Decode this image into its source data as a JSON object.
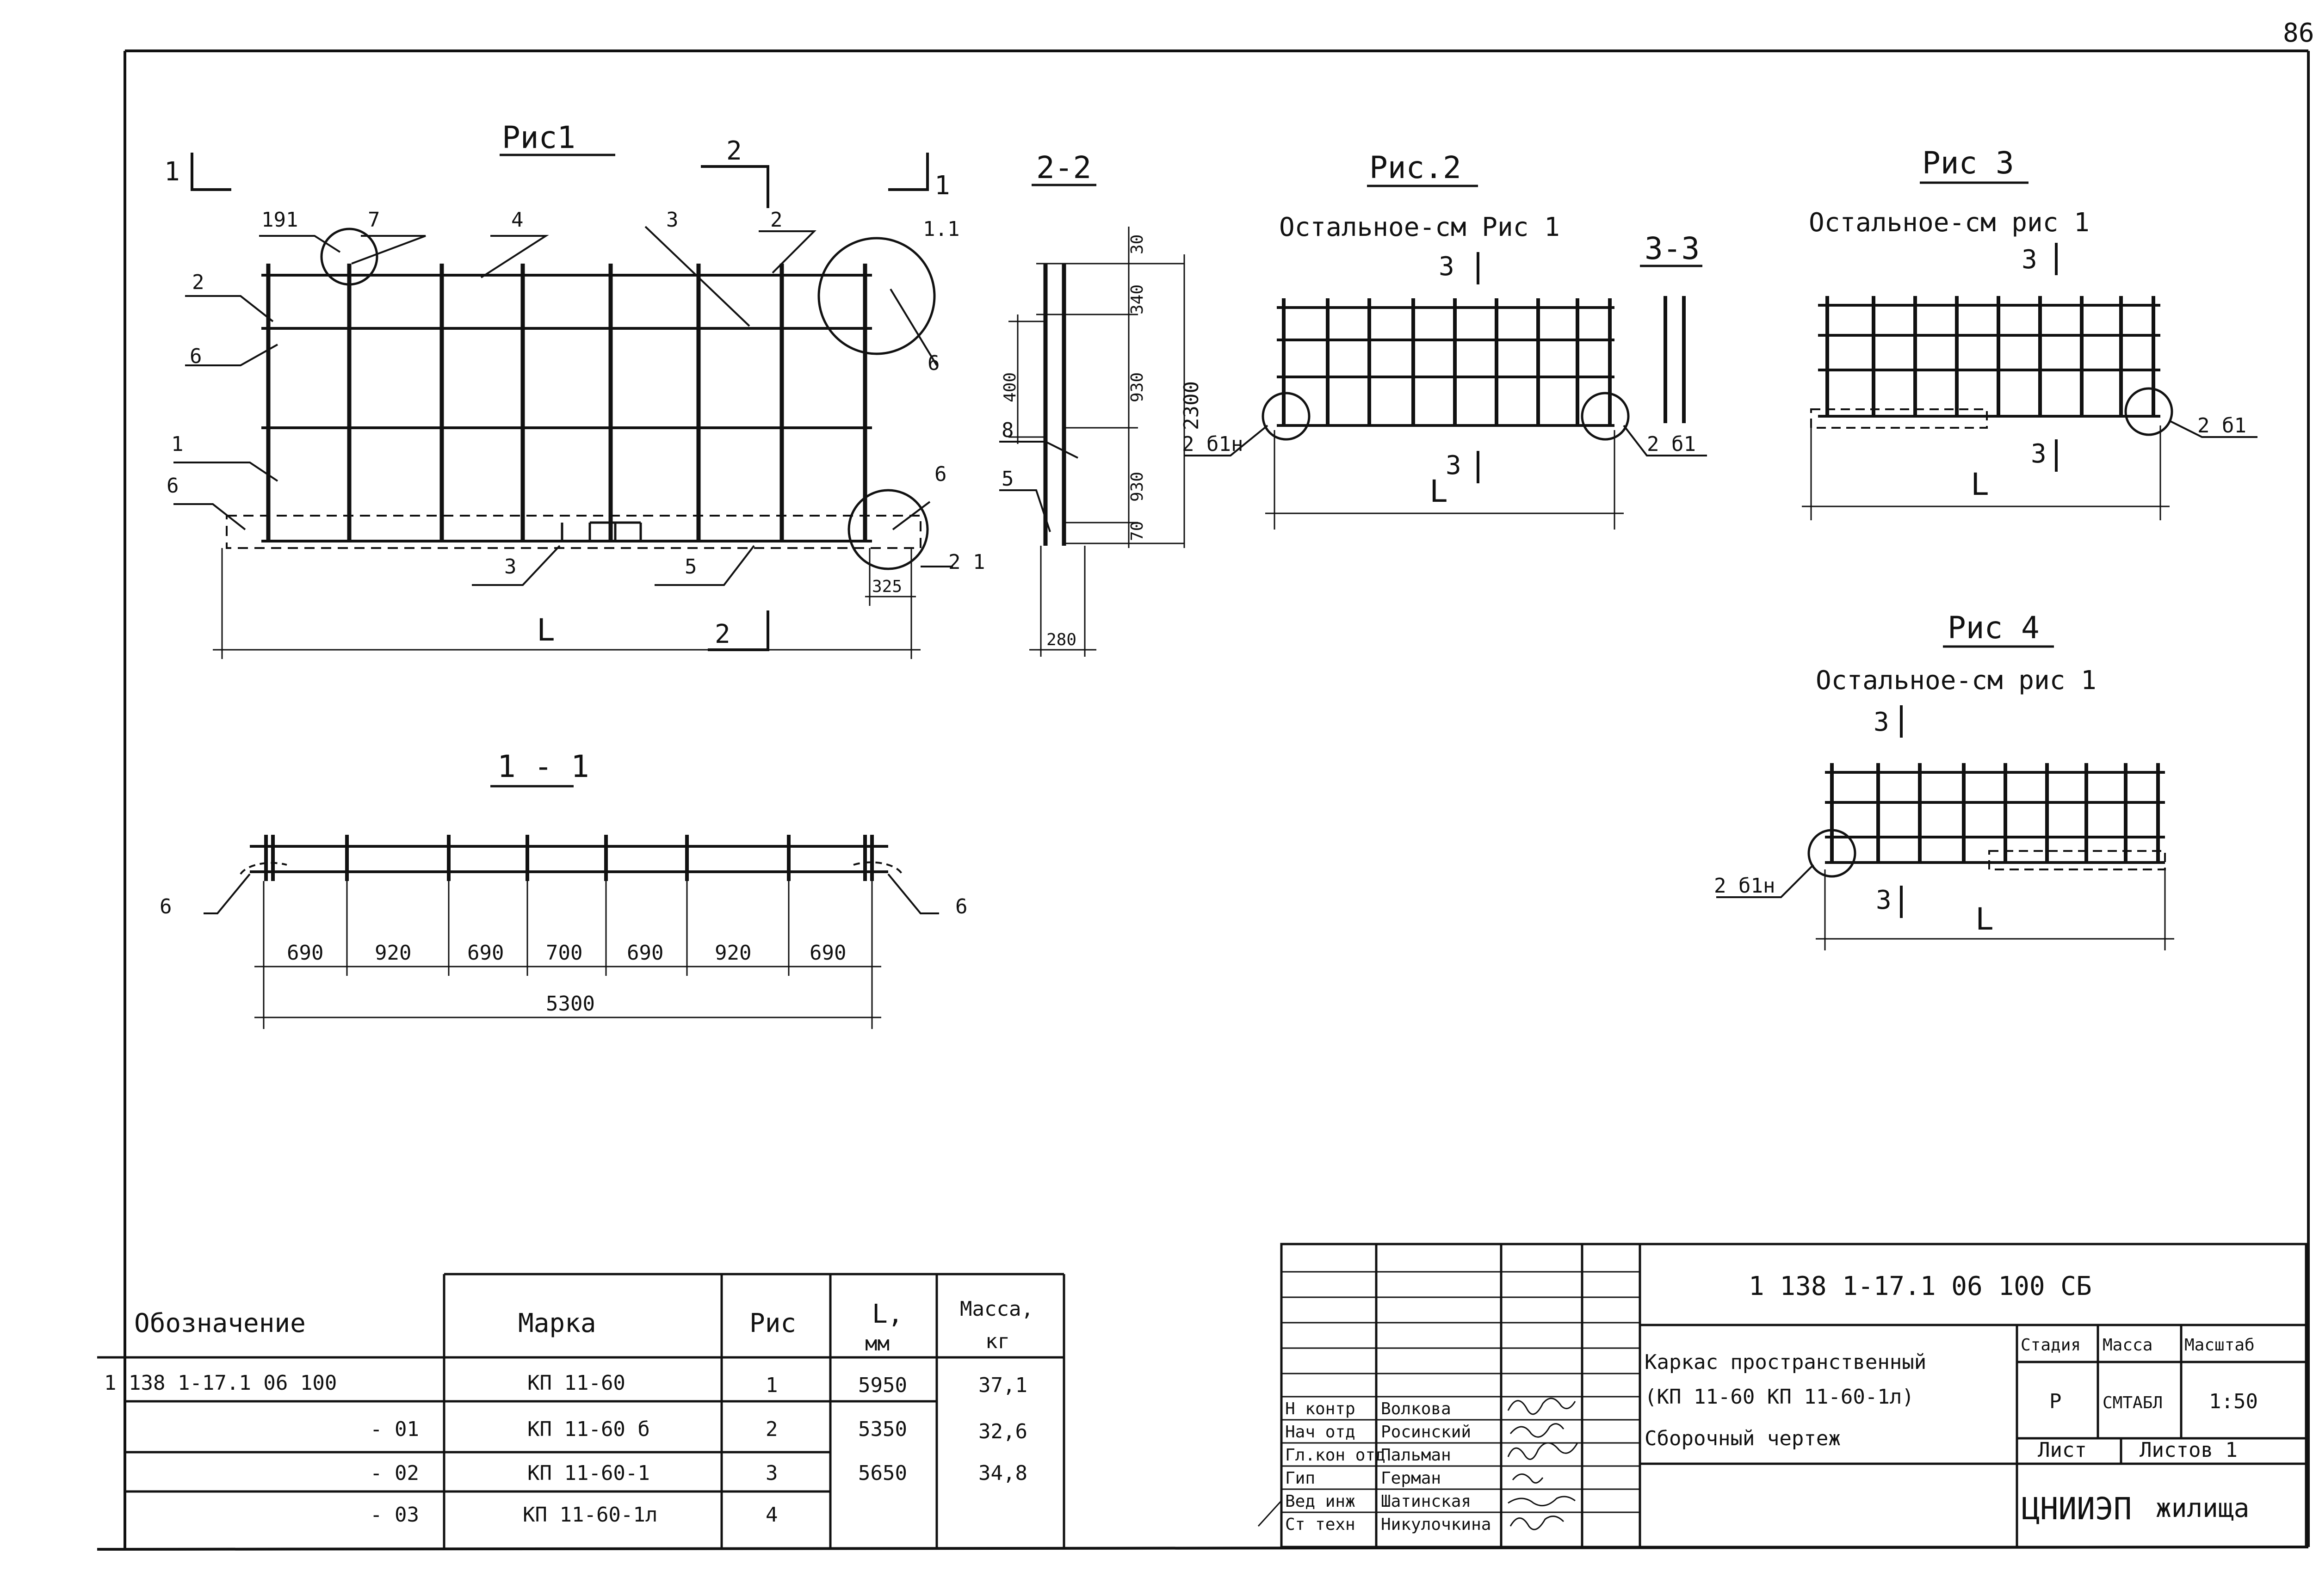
{
  "sheet_number": "86",
  "drawings": {
    "fig1": {
      "title": "Рис1",
      "section_1_left": "1",
      "section_1_right": "1",
      "section_2_top": "2",
      "section_2_bottom": "2",
      "callout_191": "191",
      "callout_11": "1.1",
      "callout_21": "2 1",
      "pos_7": "7",
      "pos_4": "4",
      "pos_3_top": "3",
      "pos_2_right": "2",
      "pos_2_left": "2",
      "pos_6_left": "6",
      "pos_6_right": "6",
      "pos_1": "1",
      "pos_6_low_left": "6",
      "pos_6_low_right": "6",
      "pos_3_bottom": "3",
      "pos_5": "5",
      "dim_325": "325",
      "dim_L": "L"
    },
    "sec22": {
      "title": "2-2",
      "dim_30": "30",
      "dim_340": "340",
      "dim_400": "400",
      "dim_930a": "930",
      "dim_930b": "930",
      "dim_70": "70",
      "dim_2300": "2300",
      "dim_280": "280",
      "pos_8": "8",
      "pos_5": "5"
    },
    "fig2": {
      "title": "Рис.2",
      "note": "Остальное-см Рис 1",
      "sec3_top": "3",
      "sec3_bottom": "3",
      "callout_left": "2 б1н",
      "callout_right": "2 б1",
      "dim_L": "L"
    },
    "sec33": {
      "title": "3-3"
    },
    "fig3": {
      "title": "Рис 3",
      "note": "Остальное-см рис 1",
      "sec3_top": "3",
      "sec3_bottom": "3",
      "callout_right": "2 б1",
      "dim_L": "L"
    },
    "fig4": {
      "title": "Рис 4",
      "note": "Остальное-см рис 1",
      "sec3_top": "3",
      "sec3_bottom": "3",
      "callout_left": "2 б1н",
      "dim_L": "L"
    },
    "sec11": {
      "title": "1 - 1",
      "pos_left": "6",
      "pos_right": "6",
      "spacings": [
        "690",
        "920",
        "690",
        "700",
        "690",
        "920",
        "690"
      ],
      "total": "5300"
    }
  },
  "spec_table": {
    "headers": {
      "designation": "Обозначение",
      "mark": "Марка",
      "fig": "Рис",
      "length": "L,",
      "length_unit": "мм",
      "mass": "Масса,",
      "mass_unit": "кг"
    },
    "rows": [
      {
        "designation": "1 138 1-17.1 06 100",
        "mark": "КП 11-60",
        "fig": "1",
        "length": "5950",
        "mass": "37,1"
      },
      {
        "designation": "- 01",
        "mark": "КП 11-60 б",
        "fig": "2",
        "length": "5350",
        "mass": "32,6"
      },
      {
        "designation": "- 02",
        "mark": "КП 11-60-1",
        "fig": "3",
        "length": "5650",
        "mass": "34,8"
      },
      {
        "designation": "- 03",
        "mark": "КП 11-60-1л",
        "fig": "4",
        "length": "",
        "mass": ""
      }
    ]
  },
  "title_block": {
    "doc_code": "1 138 1-17.1 06 100 СБ",
    "title_line1": "Каркас пространственный",
    "title_line2": "(КП 11-60   КП 11-60-1л)",
    "title_line3": "Сборочный чертеж",
    "stage_label": "Стадия",
    "mass_label": "Масса",
    "scale_label": "Масштаб",
    "stage_value": "Р",
    "mass_value": "СМТАБЛ",
    "scale_value": "1:50",
    "sheet_label": "Лист",
    "sheets_label": "Листов 1",
    "org": "ЦНИИЭП",
    "org_suffix": "жилища",
    "signatures": [
      {
        "role": "Н контр",
        "name": "Волкова"
      },
      {
        "role": "Нач отд",
        "name": "Росинский"
      },
      {
        "role": "Гл.кон отд",
        "name": "Пальман"
      },
      {
        "role": "Гип",
        "name": "Герман"
      },
      {
        "role": "Вед инж",
        "name": "Шатинская"
      },
      {
        "role": "Ст техн",
        "name": "Никулочкина"
      }
    ]
  }
}
